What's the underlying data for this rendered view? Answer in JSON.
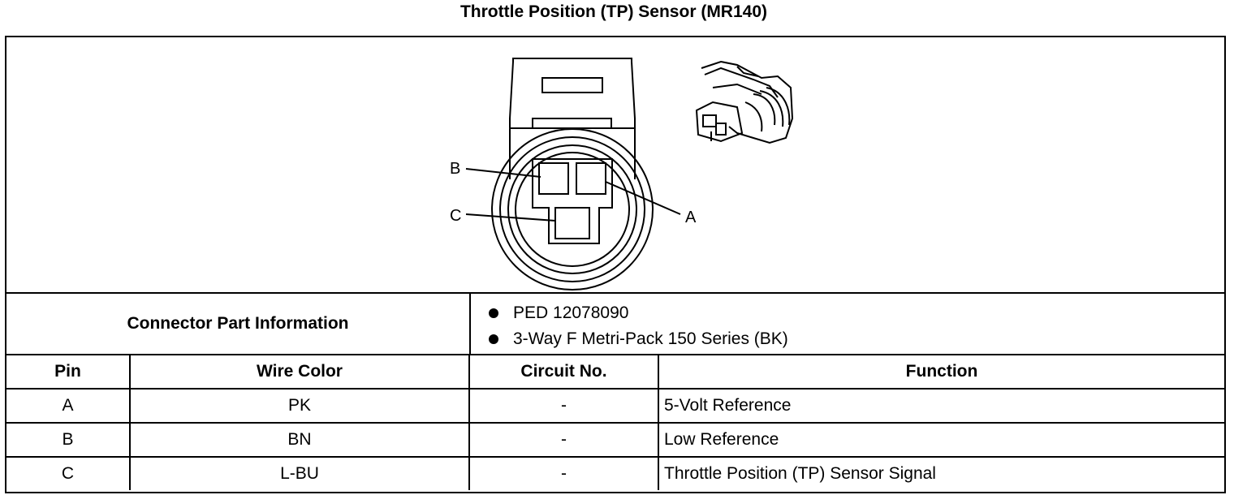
{
  "title": "Throttle Position (TP) Sensor (MR140)",
  "diagram": {
    "pin_labels": {
      "a": "A",
      "b": "B",
      "c": "C"
    }
  },
  "connector_info": {
    "label": "Connector Part Information",
    "items": [
      "PED 12078090",
      "3-Way F Metri-Pack 150 Series (BK)"
    ]
  },
  "table": {
    "headers": {
      "pin": "Pin",
      "wire_color": "Wire Color",
      "circuit": "Circuit No.",
      "function": "Function"
    },
    "rows": [
      {
        "pin": "A",
        "wire_color": "PK",
        "circuit": "-",
        "function": "5-Volt Reference"
      },
      {
        "pin": "B",
        "wire_color": "BN",
        "circuit": "-",
        "function": "Low Reference"
      },
      {
        "pin": "C",
        "wire_color": "L-BU",
        "circuit": "-",
        "function": "Throttle Position (TP) Sensor Signal"
      }
    ]
  }
}
